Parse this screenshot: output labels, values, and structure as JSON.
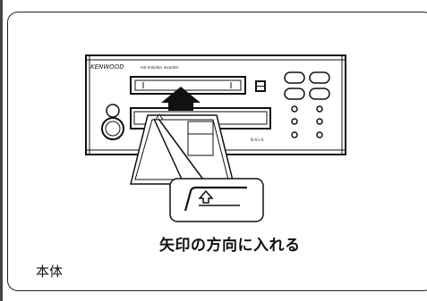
{
  "brand": "KENWOOD",
  "model_text": "md minidisc recorder",
  "small_panel_text": "D·A·L·S",
  "instruction": "矢印の方向に入れる",
  "body_label": "本体"
}
